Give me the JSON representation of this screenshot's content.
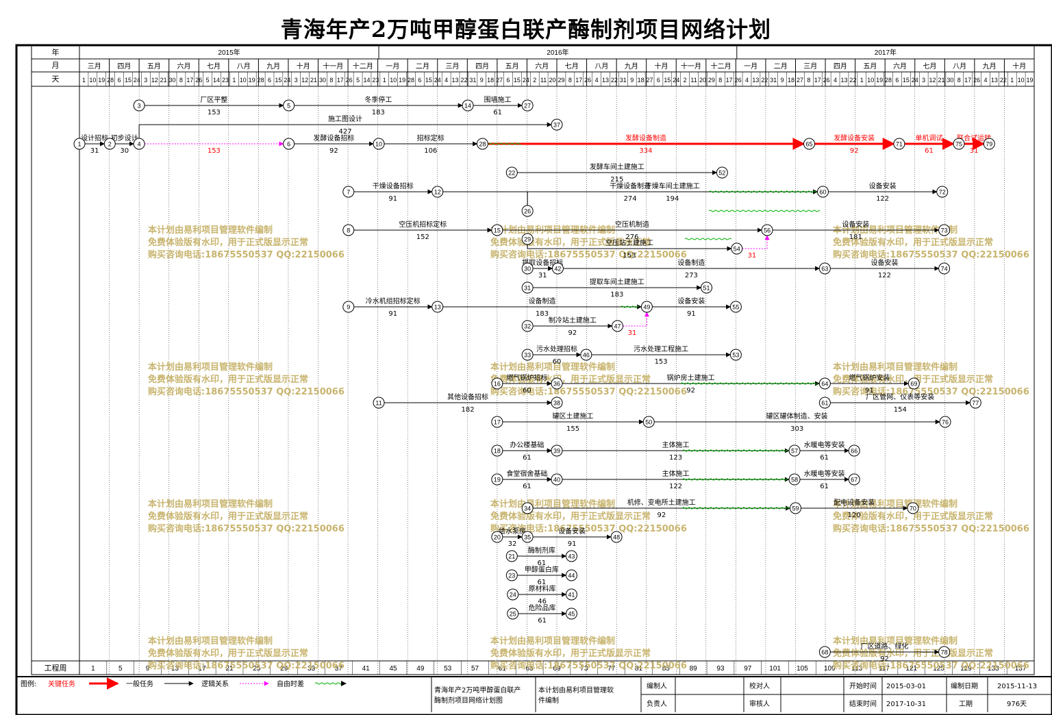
{
  "title": "青海年产2万吨甲醇蛋白联产酶制剂项目网络计划",
  "header": {
    "year_label": "年",
    "month_label": "月",
    "day_label": "天",
    "years": [
      "2015年",
      "2016年",
      "2017年"
    ],
    "months": [
      "三月",
      "四月",
      "五月",
      "六月",
      "七月",
      "八月",
      "九月",
      "十月",
      "十一月",
      "十二月",
      "一月",
      "二月",
      "三月",
      "四月",
      "五月",
      "六月",
      "七月",
      "八月",
      "九月",
      "十月",
      "十一月",
      "十二月",
      "一月",
      "二月",
      "三月",
      "四月",
      "五月",
      "六月",
      "七月",
      "八月",
      "九月",
      "十月"
    ],
    "days": [
      "1",
      "10",
      "19",
      "28",
      "6",
      "15",
      "24",
      "3",
      "12",
      "21",
      "30",
      "8",
      "17",
      "26",
      "5",
      "14",
      "23",
      "1",
      "10",
      "19",
      "28",
      "6",
      "15",
      "24",
      "3",
      "12",
      "21",
      "30",
      "8",
      "17",
      "26",
      "5",
      "14",
      "23",
      "1",
      "10",
      "19",
      "28",
      "6",
      "15",
      "24",
      "4",
      "13",
      "22",
      "31",
      "9",
      "18",
      "27",
      "6",
      "15",
      "24",
      "2",
      "11",
      "20",
      "29",
      "8",
      "17",
      "26",
      "4",
      "13",
      "22",
      "31",
      "9",
      "18",
      "27",
      "6",
      "15",
      "24",
      "2",
      "11",
      "20",
      "29",
      "8",
      "17",
      "26",
      "4",
      "13",
      "22",
      "31",
      "9",
      "18",
      "27",
      "8",
      "17",
      "26",
      "4",
      "13",
      "22",
      "1",
      "10",
      "19",
      "28",
      "6",
      "15",
      "24",
      "3",
      "12",
      "21",
      "30",
      "8",
      "17",
      "26",
      "4",
      "13",
      "22",
      "1",
      "10",
      "19"
    ]
  },
  "weeks_label": "工程周",
  "weeks": [
    "1",
    "5",
    "9",
    "13",
    "17",
    "21",
    "25",
    "29",
    "33",
    "37",
    "41",
    "45",
    "49",
    "53",
    "57",
    "61",
    "65",
    "69",
    "73",
    "77",
    "81",
    "85",
    "89",
    "93",
    "97",
    "101",
    "105",
    "109",
    "113",
    "117",
    "121",
    "125",
    "129",
    "133",
    "137"
  ],
  "watermark": [
    "本计划由易利项目管理软件编制",
    "免费体验版有水印，用于正式版显示正常",
    "购买咨询电话:18675550537 QQ:22150066"
  ],
  "legend": {
    "label": "图例:",
    "critical": "关键任务",
    "general": "一般任务",
    "logic": "逻辑关系",
    "float": "自由时差"
  },
  "footer": {
    "plan_name": "青海年产2万吨甲醇蛋白联产酶制剂项目网络计划图",
    "software": "本计划由易利项目管理软件编制",
    "editor_label": "编制人",
    "owner_label": "负责人",
    "checker_label": "校对人",
    "reviewer_label": "审核人",
    "start_label": "开始时间",
    "start_value": "2015-03-01",
    "end_label": "结束时间",
    "end_value": "2017-10-31",
    "date_label": "编制日期",
    "date_value": "2015-11-13",
    "duration_label": "工期",
    "duration_value": "976天"
  },
  "colors": {
    "critical": "#ff0000",
    "logic": "#ff00ff",
    "float": "#00b000",
    "watermark": "#c8b46e"
  },
  "network": {
    "nodes": [
      {
        "id": "1",
        "day": 0,
        "row": 210
      },
      {
        "id": "2",
        "day": 31,
        "row": 210
      },
      {
        "id": "4",
        "day": 61,
        "row": 210
      },
      {
        "id": "6",
        "day": 214,
        "row": 210
      },
      {
        "id": "10",
        "day": 306,
        "row": 210
      },
      {
        "id": "28",
        "day": 412,
        "row": 210
      },
      {
        "id": "65",
        "day": 746,
        "row": 210
      },
      {
        "id": "71",
        "day": 838,
        "row": 210
      },
      {
        "id": "75",
        "day": 899,
        "row": 210
      },
      {
        "id": "79",
        "day": 930,
        "row": 210
      },
      {
        "id": "3",
        "day": 61,
        "row": 154
      },
      {
        "id": "5",
        "day": 214,
        "row": 154
      },
      {
        "id": "14",
        "day": 397,
        "row": 154
      },
      {
        "id": "27",
        "day": 458,
        "row": 154
      },
      {
        "id": "37",
        "day": 488,
        "row": 182
      },
      {
        "id": "22",
        "day": 442,
        "row": 252
      },
      {
        "id": "52",
        "day": 657,
        "row": 252
      },
      {
        "id": "7",
        "day": 275,
        "row": 280
      },
      {
        "id": "12",
        "day": 366,
        "row": 280
      },
      {
        "id": "60",
        "day": 760,
        "row": 280
      },
      {
        "id": "72",
        "day": 882,
        "row": 280
      },
      {
        "id": "26",
        "day": 458,
        "row": 308
      },
      {
        "id": "8",
        "day": 275,
        "row": 336
      },
      {
        "id": "15",
        "day": 427,
        "row": 336
      },
      {
        "id": "56",
        "day": 703,
        "row": 336
      },
      {
        "id": "73",
        "day": 884,
        "row": 336
      },
      {
        "id": "29",
        "day": 458,
        "row": 349
      },
      {
        "id": "54",
        "day": 672,
        "row": 363
      },
      {
        "id": "30",
        "day": 458,
        "row": 392
      },
      {
        "id": "42",
        "day": 489,
        "row": 392
      },
      {
        "id": "63",
        "day": 762,
        "row": 392
      },
      {
        "id": "74",
        "day": 884,
        "row": 392
      },
      {
        "id": "31",
        "day": 458,
        "row": 420
      },
      {
        "id": "51",
        "day": 641,
        "row": 420
      },
      {
        "id": "9",
        "day": 275,
        "row": 448
      },
      {
        "id": "13",
        "day": 366,
        "row": 448
      },
      {
        "id": "49",
        "day": 580,
        "row": 448
      },
      {
        "id": "55",
        "day": 671,
        "row": 448
      },
      {
        "id": "32",
        "day": 458,
        "row": 476
      },
      {
        "id": "47",
        "day": 550,
        "row": 476
      },
      {
        "id": "33",
        "day": 458,
        "row": 518
      },
      {
        "id": "46",
        "day": 518,
        "row": 518
      },
      {
        "id": "53",
        "day": 671,
        "row": 518
      },
      {
        "id": "16",
        "day": 427,
        "row": 560
      },
      {
        "id": "36",
        "day": 488,
        "row": 560
      },
      {
        "id": "64",
        "day": 762,
        "row": 560
      },
      {
        "id": "69",
        "day": 853,
        "row": 560
      },
      {
        "id": "11",
        "day": 306,
        "row": 588
      },
      {
        "id": "38",
        "day": 488,
        "row": 588
      },
      {
        "id": "61",
        "day": 762,
        "row": 588
      },
      {
        "id": "77",
        "day": 916,
        "row": 588
      },
      {
        "id": "17",
        "day": 427,
        "row": 616
      },
      {
        "id": "50",
        "day": 582,
        "row": 616
      },
      {
        "id": "76",
        "day": 885,
        "row": 616
      },
      {
        "id": "18",
        "day": 427,
        "row": 658
      },
      {
        "id": "39",
        "day": 488,
        "row": 658
      },
      {
        "id": "57",
        "day": 731,
        "row": 658
      },
      {
        "id": "66",
        "day": 792,
        "row": 658
      },
      {
        "id": "19",
        "day": 427,
        "row": 700
      },
      {
        "id": "40",
        "day": 488,
        "row": 700
      },
      {
        "id": "58",
        "day": 731,
        "row": 700
      },
      {
        "id": "67",
        "day": 792,
        "row": 700
      },
      {
        "id": "34",
        "day": 458,
        "row": 742
      },
      {
        "id": "59",
        "day": 732,
        "row": 742
      },
      {
        "id": "70",
        "day": 852,
        "row": 742
      },
      {
        "id": "20",
        "day": 427,
        "row": 784
      },
      {
        "id": "35",
        "day": 458,
        "row": 784
      },
      {
        "id": "48",
        "day": 549,
        "row": 784
      },
      {
        "id": "21",
        "day": 442,
        "row": 812
      },
      {
        "id": "43",
        "day": 503,
        "row": 812
      },
      {
        "id": "23",
        "day": 442,
        "row": 840
      },
      {
        "id": "44",
        "day": 503,
        "row": 840
      },
      {
        "id": "24",
        "day": 443,
        "row": 868
      },
      {
        "id": "41",
        "day": 503,
        "row": 868
      },
      {
        "id": "25",
        "day": 443,
        "row": 896
      },
      {
        "id": "45",
        "day": 503,
        "row": 896
      },
      {
        "id": "68",
        "day": 762,
        "row": 952
      },
      {
        "id": "78",
        "day": 884,
        "row": 952
      }
    ],
    "arrows": [
      {
        "from": "1",
        "to": "2",
        "type": "general",
        "name": "设计招标",
        "dur": "31"
      },
      {
        "from": "2",
        "to": "4",
        "type": "general",
        "name": "初步设计",
        "dur": "30"
      },
      {
        "from": "4",
        "to": "6",
        "type": "logic",
        "name": "",
        "dur": "153"
      },
      {
        "from": "6",
        "to": "10",
        "type": "general",
        "name": "发酵设备招标",
        "dur": "92"
      },
      {
        "from": "10",
        "to": "28",
        "type": "general",
        "name": "招标定标",
        "dur": "106"
      },
      {
        "from": "28",
        "to": "65",
        "type": "critical",
        "name": "发酵设备制造",
        "dur": "334"
      },
      {
        "from": "65",
        "to": "71",
        "type": "critical",
        "name": "发酵设备安装",
        "dur": "92"
      },
      {
        "from": "71",
        "to": "75",
        "type": "critical",
        "name": "单机调试",
        "dur": "61"
      },
      {
        "from": "75",
        "to": "79",
        "type": "critical",
        "name": "联合试运转",
        "dur": "31"
      },
      {
        "from": "3",
        "to": "5",
        "type": "general",
        "name": "厂区平整",
        "dur": "153"
      },
      {
        "from": "5",
        "to": "14",
        "type": "general",
        "name": "冬季停工",
        "dur": "183"
      },
      {
        "from": "14",
        "to": "27",
        "type": "general",
        "name": "围墙施工",
        "dur": "61"
      },
      {
        "from": "4",
        "to": "37",
        "type": "general",
        "name": "施工图设计",
        "dur": "427"
      },
      {
        "from": "22",
        "to": "52",
        "type": "general",
        "name": "发酵车间土建施工",
        "dur": "215"
      },
      {
        "from": "7",
        "to": "12",
        "type": "general",
        "name": "干燥设备招标",
        "dur": "91"
      },
      {
        "from": "12",
        "to": "60",
        "type": "general",
        "name": "干燥设备制造",
        "dur": "274"
      },
      {
        "from": "60",
        "to": "72",
        "type": "general",
        "name": "设备安装",
        "dur": "122"
      },
      {
        "from": "26",
        "to": "60",
        "type": "general",
        "name": "干燥车间土建施工",
        "dur": "194"
      },
      {
        "from": "8",
        "to": "15",
        "type": "general",
        "name": "空压机招标定标",
        "dur": "152"
      },
      {
        "from": "15",
        "to": "56",
        "type": "general",
        "name": "空压机制造",
        "dur": "276"
      },
      {
        "from": "56",
        "to": "73",
        "type": "general",
        "name": "设备安装",
        "dur": "181"
      },
      {
        "from": "29",
        "to": "54",
        "type": "general",
        "name": "空压站土建施工",
        "dur": "153"
      },
      {
        "from": "54",
        "to": "56",
        "type": "logic",
        "name": "",
        "dur": "31"
      },
      {
        "from": "30",
        "to": "42",
        "type": "general",
        "name": "提取设备招标",
        "dur": "31"
      },
      {
        "from": "42",
        "to": "63",
        "type": "general",
        "name": "设备制造",
        "dur": "273"
      },
      {
        "from": "63",
        "to": "74",
        "type": "general",
        "name": "设备安装",
        "dur": "122"
      },
      {
        "from": "31",
        "to": "51",
        "type": "general",
        "name": "提取车间土建施工",
        "dur": "183"
      },
      {
        "from": "9",
        "to": "13",
        "type": "general",
        "name": "冷水机组招标定标",
        "dur": "91"
      },
      {
        "from": "13",
        "to": "49",
        "type": "general",
        "name": "设备制造",
        "dur": "183"
      },
      {
        "from": "49",
        "to": "55",
        "type": "general",
        "name": "设备安装",
        "dur": "91"
      },
      {
        "from": "32",
        "to": "47",
        "type": "general",
        "name": "制冷站土建施工",
        "dur": "92"
      },
      {
        "from": "47",
        "to": "49",
        "type": "logic",
        "name": "",
        "dur": "31"
      },
      {
        "from": "33",
        "to": "46",
        "type": "general",
        "name": "污水处理招标",
        "dur": "60"
      },
      {
        "from": "46",
        "to": "53",
        "type": "general",
        "name": "污水处理工程施工",
        "dur": "153"
      },
      {
        "from": "16",
        "to": "36",
        "type": "general",
        "name": "燃气锅炉招标",
        "dur": "60"
      },
      {
        "from": "36",
        "to": "64",
        "type": "general",
        "name": "锅炉房土建施工",
        "dur": "92"
      },
      {
        "from": "64",
        "to": "69",
        "type": "general",
        "name": "燃气锅炉安装",
        "dur": "91"
      },
      {
        "from": "11",
        "to": "38",
        "type": "general",
        "name": "其他设备招标",
        "dur": "182"
      },
      {
        "from": "61",
        "to": "77",
        "type": "general",
        "name": "厂区管网、仪表等安装",
        "dur": "154"
      },
      {
        "from": "17",
        "to": "50",
        "type": "general",
        "name": "罐区土建施工",
        "dur": "155"
      },
      {
        "from": "50",
        "to": "76",
        "type": "general",
        "name": "罐区罐体制造、安装",
        "dur": "303"
      },
      {
        "from": "18",
        "to": "39",
        "type": "general",
        "name": "办公楼基础",
        "dur": "61"
      },
      {
        "from": "39",
        "to": "57",
        "type": "general",
        "name": "主体施工",
        "dur": "123"
      },
      {
        "from": "57",
        "to": "66",
        "type": "general",
        "name": "水暖电等安装",
        "dur": "61"
      },
      {
        "from": "19",
        "to": "40",
        "type": "general",
        "name": "食堂宿舍基础",
        "dur": "61"
      },
      {
        "from": "40",
        "to": "58",
        "type": "general",
        "name": "主体施工",
        "dur": "122"
      },
      {
        "from": "58",
        "to": "67",
        "type": "general",
        "name": "水暖电等安装",
        "dur": "61"
      },
      {
        "from": "34",
        "to": "59",
        "type": "general",
        "name": "机修、变电所土建施工",
        "dur": "92"
      },
      {
        "from": "59",
        "to": "70",
        "type": "general",
        "name": "配电设备安装",
        "dur": "120"
      },
      {
        "from": "20",
        "to": "35",
        "type": "general",
        "name": "给水泵房",
        "dur": "32"
      },
      {
        "from": "35",
        "to": "48",
        "type": "general",
        "name": "设备安装",
        "dur": "91"
      },
      {
        "from": "21",
        "to": "43",
        "type": "general",
        "name": "酶制剂库",
        "dur": "61"
      },
      {
        "from": "23",
        "to": "44",
        "type": "general",
        "name": "甲醇蛋白库",
        "dur": "61"
      },
      {
        "from": "24",
        "to": "41",
        "type": "general",
        "name": "原材料库",
        "dur": "46"
      },
      {
        "from": "25",
        "to": "45",
        "type": "general",
        "name": "危险品库",
        "dur": "61"
      },
      {
        "from": "68",
        "to": "78",
        "type": "general",
        "name": "厂区道路、绿化",
        "dur": "92"
      }
    ]
  }
}
